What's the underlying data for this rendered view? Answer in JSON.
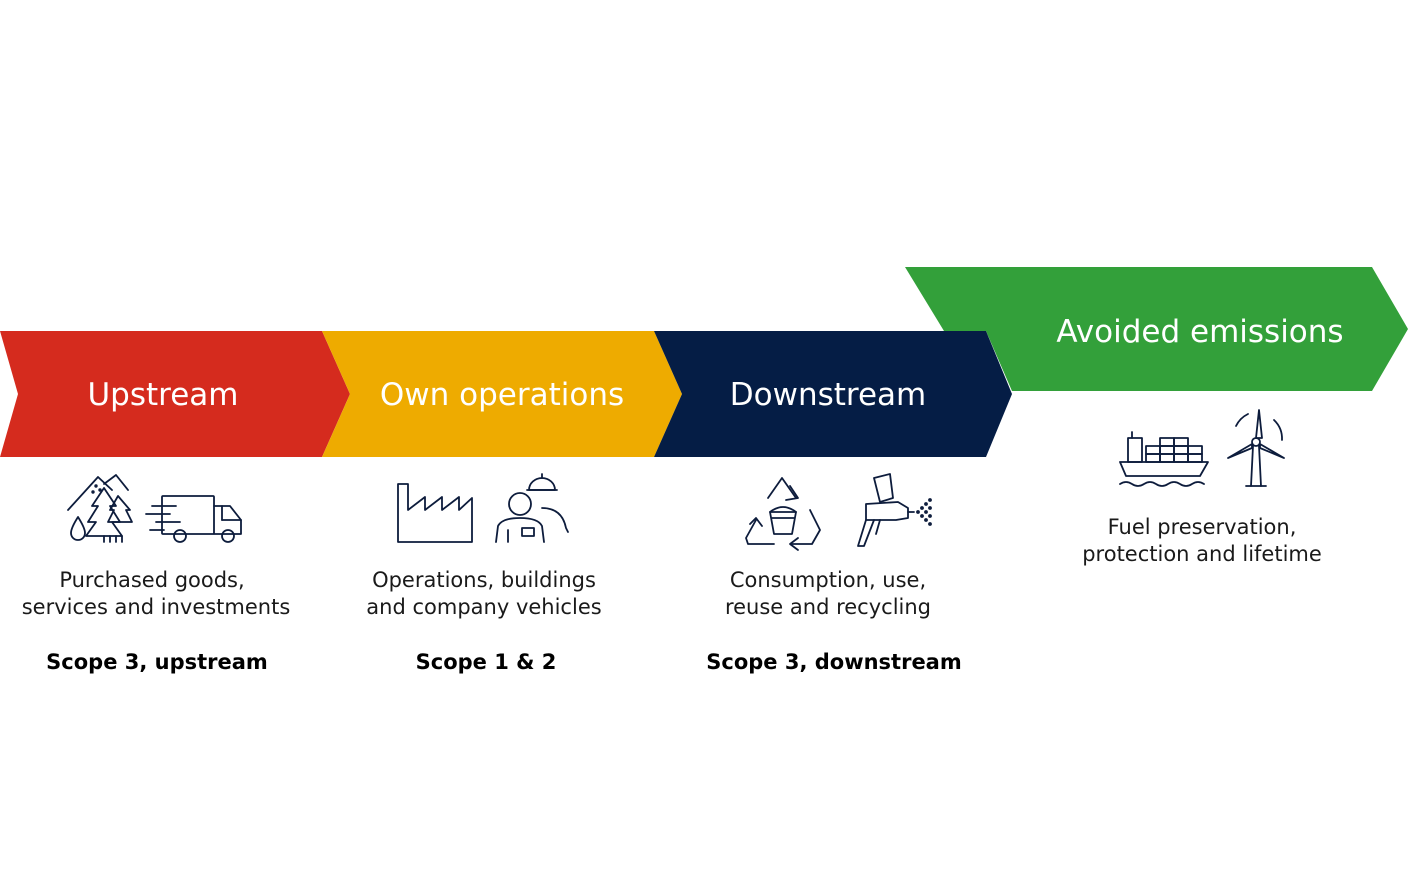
{
  "colors": {
    "upstream": "#d52b1e",
    "own_operations": "#eeab00",
    "downstream": "#051d45",
    "avoided": "#33a03a",
    "icon_stroke": "#0d1c3c"
  },
  "stages": {
    "upstream": {
      "label": "Upstream",
      "desc_line1": "Purchased goods,",
      "desc_line2": "services and investments",
      "scope": "Scope 3, upstream",
      "icons": [
        "forest-icon",
        "delivery-truck-icon"
      ]
    },
    "own": {
      "label": "Own operations",
      "desc_line1": "Operations, buildings",
      "desc_line2": "and company vehicles",
      "scope": "Scope 1 & 2",
      "icons": [
        "factory-icon",
        "worker-icon"
      ]
    },
    "downstream": {
      "label": "Downstream",
      "desc_line1": "Consumption, use,",
      "desc_line2": "reuse and recycling",
      "scope": "Scope 3, downstream",
      "icons": [
        "recycle-bucket-icon",
        "spray-gun-icon"
      ]
    },
    "avoided": {
      "label": "Avoided emissions",
      "desc_line1": "Fuel preservation,",
      "desc_line2": "protection and lifetime",
      "icons": [
        "cargo-ship-icon",
        "wind-turbine-icon"
      ]
    }
  }
}
